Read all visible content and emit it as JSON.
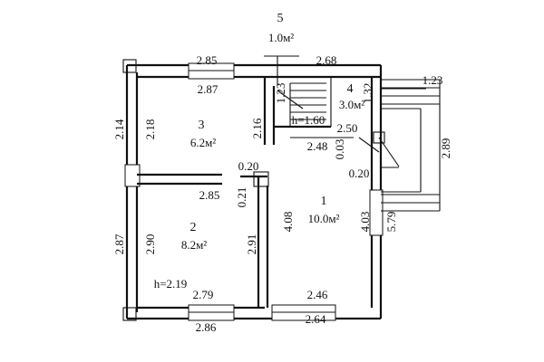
{
  "floor_plan": {
    "rooms": [
      {
        "number": "1",
        "area": "10.0м²"
      },
      {
        "number": "2",
        "area": "8.2м²"
      },
      {
        "number": "3",
        "area": "6.2м²"
      },
      {
        "number": "4",
        "area": "3.0м²"
      },
      {
        "number": "5",
        "area": "1.0м²"
      }
    ],
    "heights": [
      "h=1.60",
      "h=2.19"
    ],
    "dimensions": {
      "top_left": "2.85",
      "top_left_inner": "2.87",
      "top_right": "2.68",
      "left_upper_outer": "2.14",
      "left_upper_inner": "2.18",
      "left_lower_outer": "2.87",
      "left_lower_inner": "2.90",
      "partition_2_3": "2.85",
      "partition_3_1": "2.16",
      "stair_width": "1.23",
      "room4_side": "1.32",
      "porch_top": "1.23",
      "porch_side": "2.89",
      "room1_top": "2.50",
      "room1_top_lower": "2.48",
      "small_a": "0.03",
      "small_b": "0.20",
      "small_c": "0.20",
      "small_d": "0.21",
      "partition_1_2": "2.91",
      "room1_left": "4.08",
      "room1_right": "4.03",
      "right_outer": "5.79",
      "bottom_left_inner": "2.79",
      "bottom_left_outer": "2.86",
      "bottom_right_inner": "2.46",
      "bottom_right_outer": "2.64"
    }
  }
}
